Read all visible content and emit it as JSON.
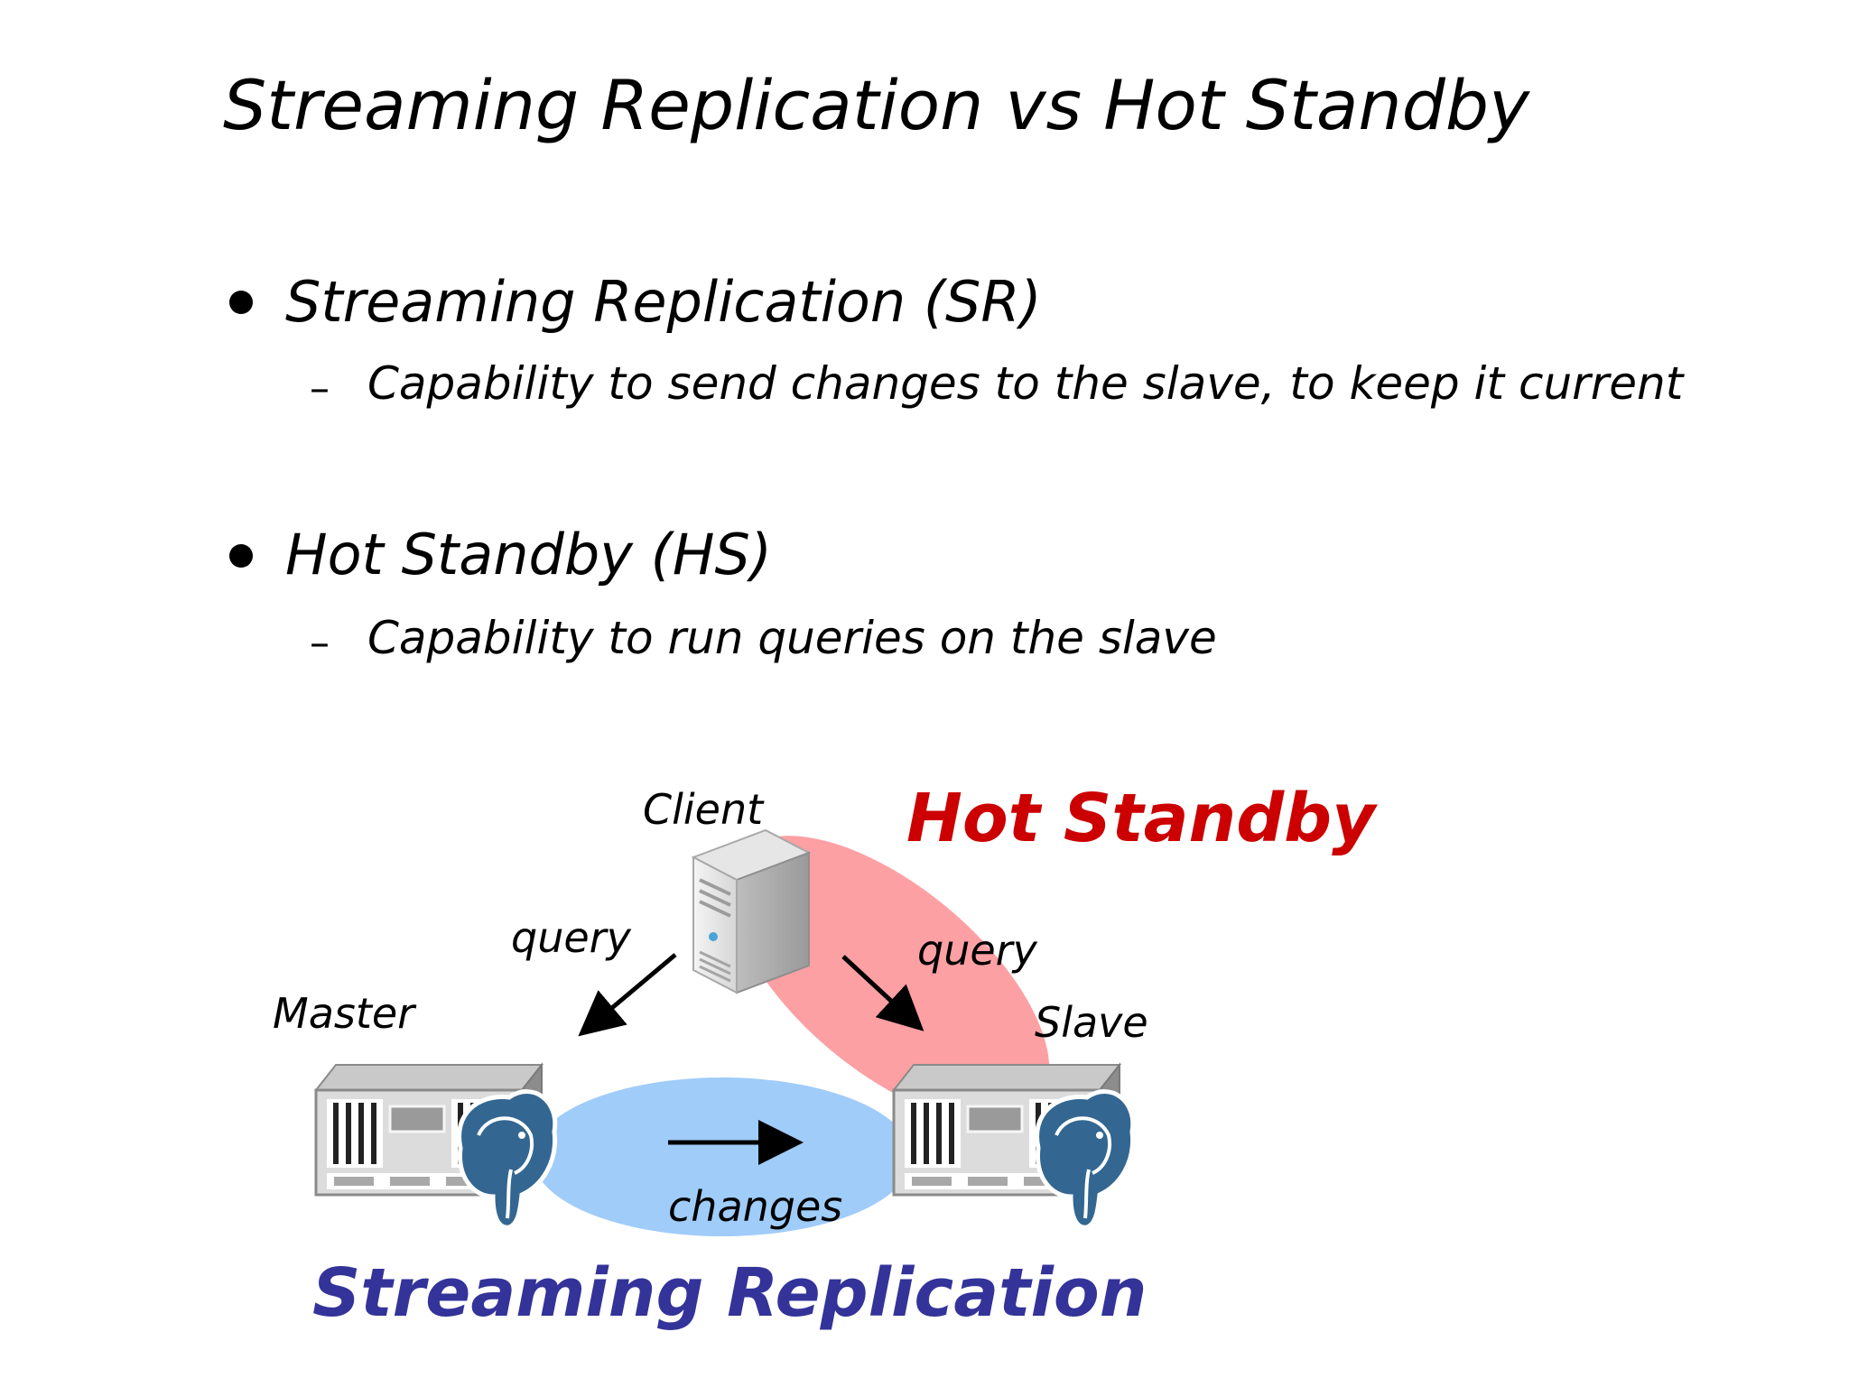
{
  "slide": {
    "title": "Streaming Replication vs Hot Standby",
    "bullets": [
      {
        "label": "Streaming Replication (SR)",
        "sub": "Capability to send changes to the slave, to keep it current"
      },
      {
        "label": "Hot Standby (HS)",
        "sub": "Capability to run queries on the slave"
      }
    ],
    "dash": "–"
  },
  "diagram": {
    "client_label": "Client",
    "master_label": "Master",
    "slave_label": "Slave",
    "query_left_label": "query",
    "query_right_label": "query",
    "changes_label": "changes",
    "hot_standby_label": "Hot Standby",
    "streaming_replication_label": "Streaming Replication",
    "colors": {
      "hot_standby": "#cc0000",
      "hot_standby_zone": "#fca0a4",
      "streaming_replication": "#333399",
      "streaming_replication_zone": "#a0ccfa",
      "postgres_blue": "#336791"
    },
    "icons": [
      "server-tower-icon",
      "rack-server-icon",
      "postgresql-elephant-icon",
      "arrow-icon"
    ]
  }
}
